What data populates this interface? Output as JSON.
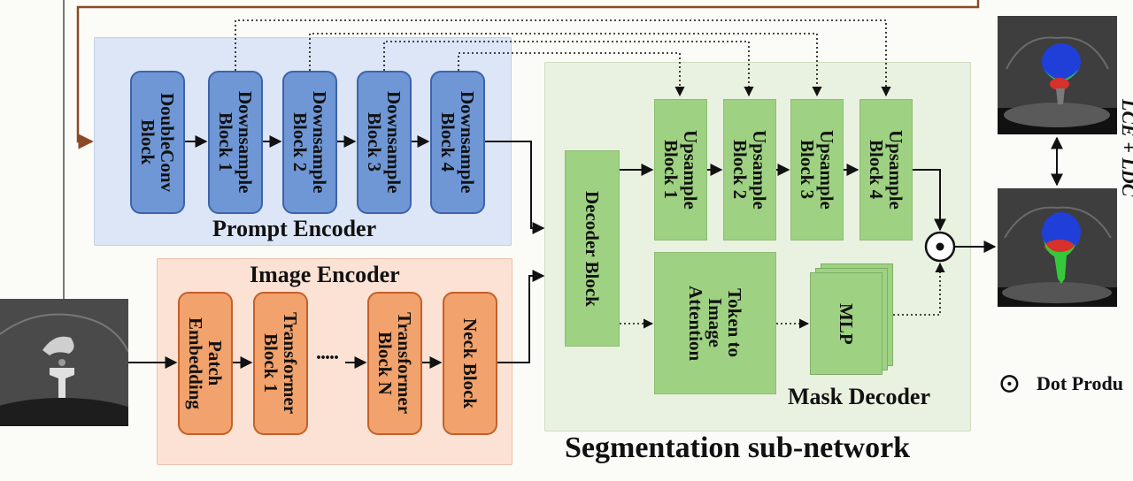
{
  "prompt_encoder": {
    "title": "Prompt Encoder",
    "blocks": [
      "DoubleConv\nBlock",
      "Downsample\nBlock 1",
      "Downsample\nBlock 2",
      "Downsample\nBlock 3",
      "Downsample\nBlock 4"
    ]
  },
  "image_encoder": {
    "title": "Image Encoder",
    "blocks": [
      "Patch\nEmbedding",
      "Transformer\nBlock 1",
      "Transformer\nBlock N",
      "Neck Block"
    ],
    "ellipsis": "·····"
  },
  "mask_decoder": {
    "title": "Mask Decoder",
    "decoder_block": "Decoder Block",
    "upsample_blocks": [
      "Upsample\nBlock 1",
      "Upsample\nBlock 2",
      "Upsample\nBlock 3",
      "Upsample\nBlock 4"
    ],
    "token_attention": "Token to\nImage\nAttention",
    "mlp": "MLP"
  },
  "subnetwork_title": "Segmentation sub-network",
  "loss_label": "LCE + LDC",
  "legend": {
    "symbol": "⊙",
    "text": "Dot Produ"
  },
  "colors": {
    "prompt_region": "#dde6f6",
    "image_region": "#fbe2d4",
    "decoder_region": "#e9f2e0",
    "feedback_line": "#8b4a25",
    "mask_blue": "#1f3fd8",
    "mask_red": "#d8302a",
    "mask_green": "#35c83a"
  }
}
